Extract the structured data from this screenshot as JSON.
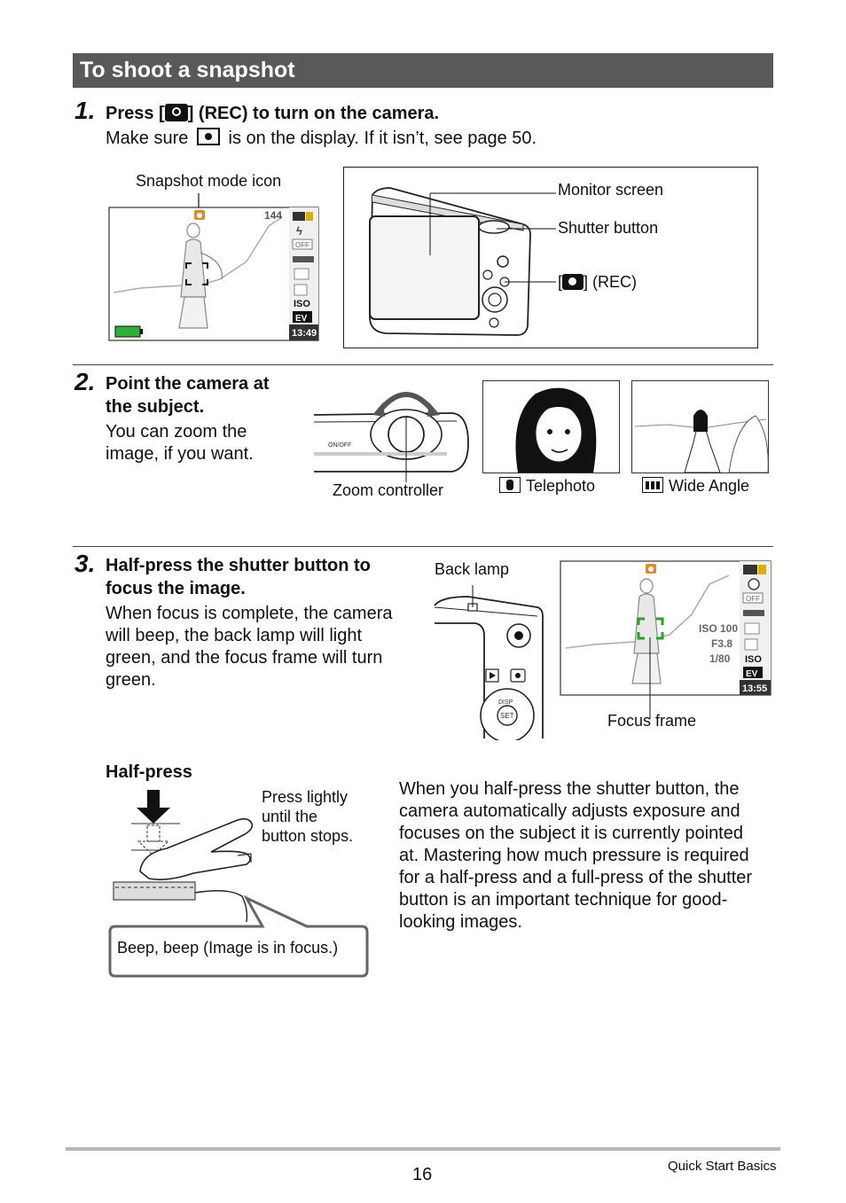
{
  "section_title": "To shoot a snapshot",
  "step1": {
    "number": "1.",
    "heading_pre": "Press [",
    "heading_post": "] (REC) to turn on the camera.",
    "body_pre": "Make sure",
    "body_post": "is on the display. If it isn’t, see page 50.",
    "label_snapshot_icon": "Snapshot mode icon",
    "label_monitor": "Monitor screen",
    "label_shutter": "Shutter button",
    "label_rec_pre": "[",
    "label_rec_post": "] (REC)",
    "screen": {
      "count": "144",
      "time": "13:49",
      "iso": "ISO",
      "ev": "EV",
      "off": "OFF"
    }
  },
  "step2": {
    "number": "2.",
    "heading_line1": "Point the camera at",
    "heading_line2": "the subject.",
    "body_line1": "You can zoom the",
    "body_line2": "image, if you want.",
    "label_zoom": "Zoom controller",
    "label_tele": "Telephoto",
    "label_wide": "Wide Angle",
    "onoff": "ON/OFF"
  },
  "step3": {
    "number": "3.",
    "heading_line1": "Half-press the shutter button to",
    "heading_line2": "focus the image.",
    "body_lines": [
      "When focus is complete, the camera",
      "will beep, the back lamp will light",
      "green, and the focus frame will turn",
      "green."
    ],
    "label_back_lamp": "Back lamp",
    "label_focus_frame": "Focus frame",
    "screen": {
      "iso100": "ISO 100",
      "aperture": "F3.8",
      "shutter": "1/80",
      "time": "13:55",
      "iso": "ISO",
      "ev": "EV",
      "off": "OFF",
      "disp": "DISP",
      "set": "SET"
    }
  },
  "halfpress": {
    "title": "Half-press",
    "press_lines": [
      "Press lightly",
      "until the",
      "button stops."
    ],
    "bubble": "Beep, beep (Image is in focus.)",
    "para_lines": [
      "When you half-press the shutter button, the",
      "camera automatically adjusts exposure and",
      "focuses on the subject it is currently pointed",
      "at. Mastering how much pressure is required",
      "for a half-press and a full-press of the shutter",
      "button is an important technique for good-",
      "looking images."
    ]
  },
  "footer": {
    "page_number": "16",
    "section": "Quick Start Basics"
  }
}
